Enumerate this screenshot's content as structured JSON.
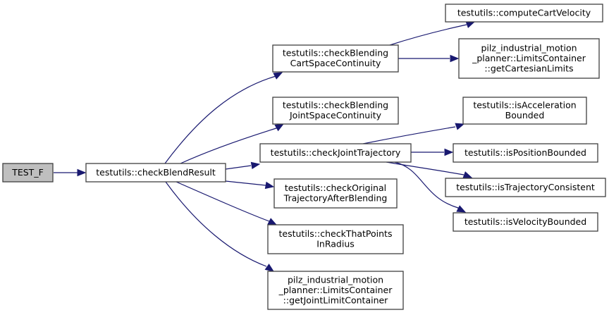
{
  "diagram": {
    "type": "call-graph",
    "colors": {
      "edge": "#191970",
      "node_border": "#404040",
      "root_fill": "#bfbfbf",
      "node_fill": "#ffffff"
    },
    "nodes": [
      {
        "id": "test_f",
        "lines": [
          "TEST_F"
        ],
        "root": true
      },
      {
        "id": "checkBlendResult",
        "lines": [
          "testutils::checkBlendResult"
        ]
      },
      {
        "id": "checkBlendingCartSpaceContinuity",
        "lines": [
          "testutils::checkBlending",
          "CartSpaceContinuity"
        ]
      },
      {
        "id": "computeCartVelocity",
        "lines": [
          "testutils::computeCartVelocity"
        ]
      },
      {
        "id": "getCartesianLimits",
        "lines": [
          "pilz_industrial_motion",
          "_planner::LimitsContainer",
          "::getCartesianLimits"
        ]
      },
      {
        "id": "checkBlendingJointSpaceContinuity",
        "lines": [
          "testutils::checkBlending",
          "JointSpaceContinuity"
        ]
      },
      {
        "id": "checkJointTrajectory",
        "lines": [
          "testutils::checkJointTrajectory"
        ]
      },
      {
        "id": "isAccelerationBounded",
        "lines": [
          "testutils::isAcceleration",
          "Bounded"
        ]
      },
      {
        "id": "isPositionBounded",
        "lines": [
          "testutils::isPositionBounded"
        ]
      },
      {
        "id": "isTrajectoryConsistent",
        "lines": [
          "testutils::isTrajectoryConsistent"
        ]
      },
      {
        "id": "isVelocityBounded",
        "lines": [
          "testutils::isVelocityBounded"
        ]
      },
      {
        "id": "checkOriginalTrajectoryAfterBlending",
        "lines": [
          "testutils::checkOriginal",
          "TrajectoryAfterBlending"
        ]
      },
      {
        "id": "checkThatPointsInRadius",
        "lines": [
          "testutils::checkThatPoints",
          "InRadius"
        ]
      },
      {
        "id": "getJointLimitContainer",
        "lines": [
          "pilz_industrial_motion",
          "_planner::LimitsContainer",
          "::getJointLimitContainer"
        ]
      }
    ],
    "edges": [
      {
        "from": "test_f",
        "to": "checkBlendResult"
      },
      {
        "from": "checkBlendResult",
        "to": "checkBlendingCartSpaceContinuity"
      },
      {
        "from": "checkBlendResult",
        "to": "checkBlendingJointSpaceContinuity"
      },
      {
        "from": "checkBlendResult",
        "to": "checkJointTrajectory"
      },
      {
        "from": "checkBlendResult",
        "to": "checkOriginalTrajectoryAfterBlending"
      },
      {
        "from": "checkBlendResult",
        "to": "checkThatPointsInRadius"
      },
      {
        "from": "checkBlendResult",
        "to": "getJointLimitContainer"
      },
      {
        "from": "checkBlendingCartSpaceContinuity",
        "to": "computeCartVelocity"
      },
      {
        "from": "checkBlendingCartSpaceContinuity",
        "to": "getCartesianLimits"
      },
      {
        "from": "checkJointTrajectory",
        "to": "isAccelerationBounded"
      },
      {
        "from": "checkJointTrajectory",
        "to": "isPositionBounded"
      },
      {
        "from": "checkJointTrajectory",
        "to": "isTrajectoryConsistent"
      },
      {
        "from": "checkJointTrajectory",
        "to": "isVelocityBounded"
      }
    ]
  }
}
